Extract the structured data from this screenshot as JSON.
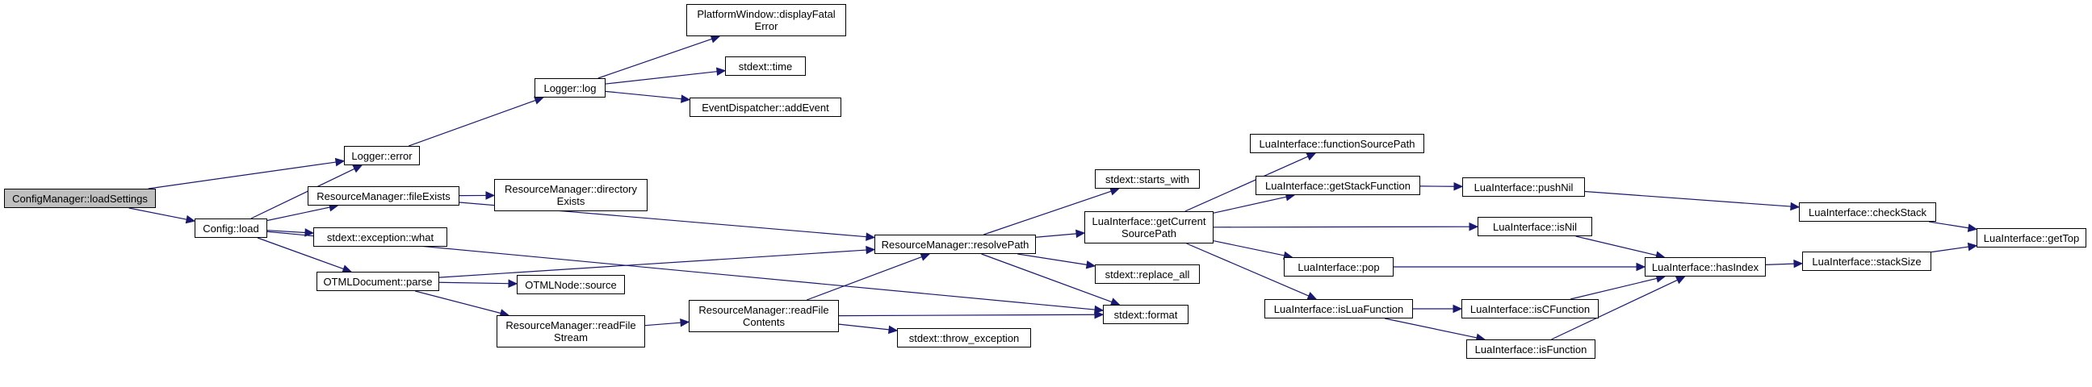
{
  "diagram": {
    "type": "call-graph",
    "edge_color": "#191970",
    "root_fill": "#bfbfbf",
    "nodes": {
      "n0": [
        "ConfigManager::loadSettings"
      ],
      "n1": [
        "Logger::error"
      ],
      "n2": [
        "Config::load"
      ],
      "n3": [
        "Logger::log"
      ],
      "n4": [
        "PlatformWindow::displayFatal",
        "Error"
      ],
      "n5": [
        "stdext::time"
      ],
      "n6": [
        "EventDispatcher::addEvent"
      ],
      "n7": [
        "ResourceManager::fileExists"
      ],
      "n8": [
        "stdext::exception::what"
      ],
      "n9": [
        "OTMLDocument::parse"
      ],
      "n10": [
        "ResourceManager::directory",
        "Exists"
      ],
      "n11": [
        "ResourceManager::resolvePath"
      ],
      "n12": [
        "OTMLNode::source"
      ],
      "n13": [
        "ResourceManager::readFile",
        "Stream"
      ],
      "n14": [
        "ResourceManager::readFile",
        "Contents"
      ],
      "n15": [
        "stdext::throw_exception"
      ],
      "n16": [
        "stdext::format"
      ],
      "n17": [
        "stdext::starts_with"
      ],
      "n18": [
        "LuaInterface::getCurrent",
        "SourcePath"
      ],
      "n19": [
        "stdext::replace_all"
      ],
      "n20": [
        "LuaInterface::functionSourcePath"
      ],
      "n21": [
        "LuaInterface::getStackFunction"
      ],
      "n22": [
        "LuaInterface::pop"
      ],
      "n23": [
        "LuaInterface::isLuaFunction"
      ],
      "n24": [
        "LuaInterface::pushNil"
      ],
      "n25": [
        "LuaInterface::isNil"
      ],
      "n26": [
        "LuaInterface::isCFunction"
      ],
      "n27": [
        "LuaInterface::isFunction"
      ],
      "n28": [
        "LuaInterface::checkStack"
      ],
      "n29": [
        "LuaInterface::hasIndex"
      ],
      "n30": [
        "LuaInterface::stackSize"
      ],
      "n31": [
        "LuaInterface::getTop"
      ]
    },
    "edges": [
      [
        "n0",
        "n1"
      ],
      [
        "n0",
        "n2"
      ],
      [
        "n1",
        "n3"
      ],
      [
        "n3",
        "n4"
      ],
      [
        "n3",
        "n5"
      ],
      [
        "n3",
        "n6"
      ],
      [
        "n2",
        "n1"
      ],
      [
        "n2",
        "n7"
      ],
      [
        "n2",
        "n8"
      ],
      [
        "n2",
        "n9"
      ],
      [
        "n2",
        "n16"
      ],
      [
        "n7",
        "n10"
      ],
      [
        "n7",
        "n11"
      ],
      [
        "n9",
        "n11"
      ],
      [
        "n9",
        "n12"
      ],
      [
        "n9",
        "n13"
      ],
      [
        "n13",
        "n14"
      ],
      [
        "n14",
        "n11"
      ],
      [
        "n14",
        "n15"
      ],
      [
        "n14",
        "n16"
      ],
      [
        "n11",
        "n16"
      ],
      [
        "n11",
        "n17"
      ],
      [
        "n11",
        "n18"
      ],
      [
        "n11",
        "n19"
      ],
      [
        "n18",
        "n20"
      ],
      [
        "n18",
        "n21"
      ],
      [
        "n18",
        "n22"
      ],
      [
        "n18",
        "n23"
      ],
      [
        "n18",
        "n25"
      ],
      [
        "n21",
        "n24"
      ],
      [
        "n24",
        "n28"
      ],
      [
        "n25",
        "n29"
      ],
      [
        "n22",
        "n29"
      ],
      [
        "n23",
        "n26"
      ],
      [
        "n23",
        "n27"
      ],
      [
        "n26",
        "n29"
      ],
      [
        "n27",
        "n29"
      ],
      [
        "n28",
        "n31"
      ],
      [
        "n29",
        "n30"
      ],
      [
        "n30",
        "n31"
      ]
    ]
  }
}
